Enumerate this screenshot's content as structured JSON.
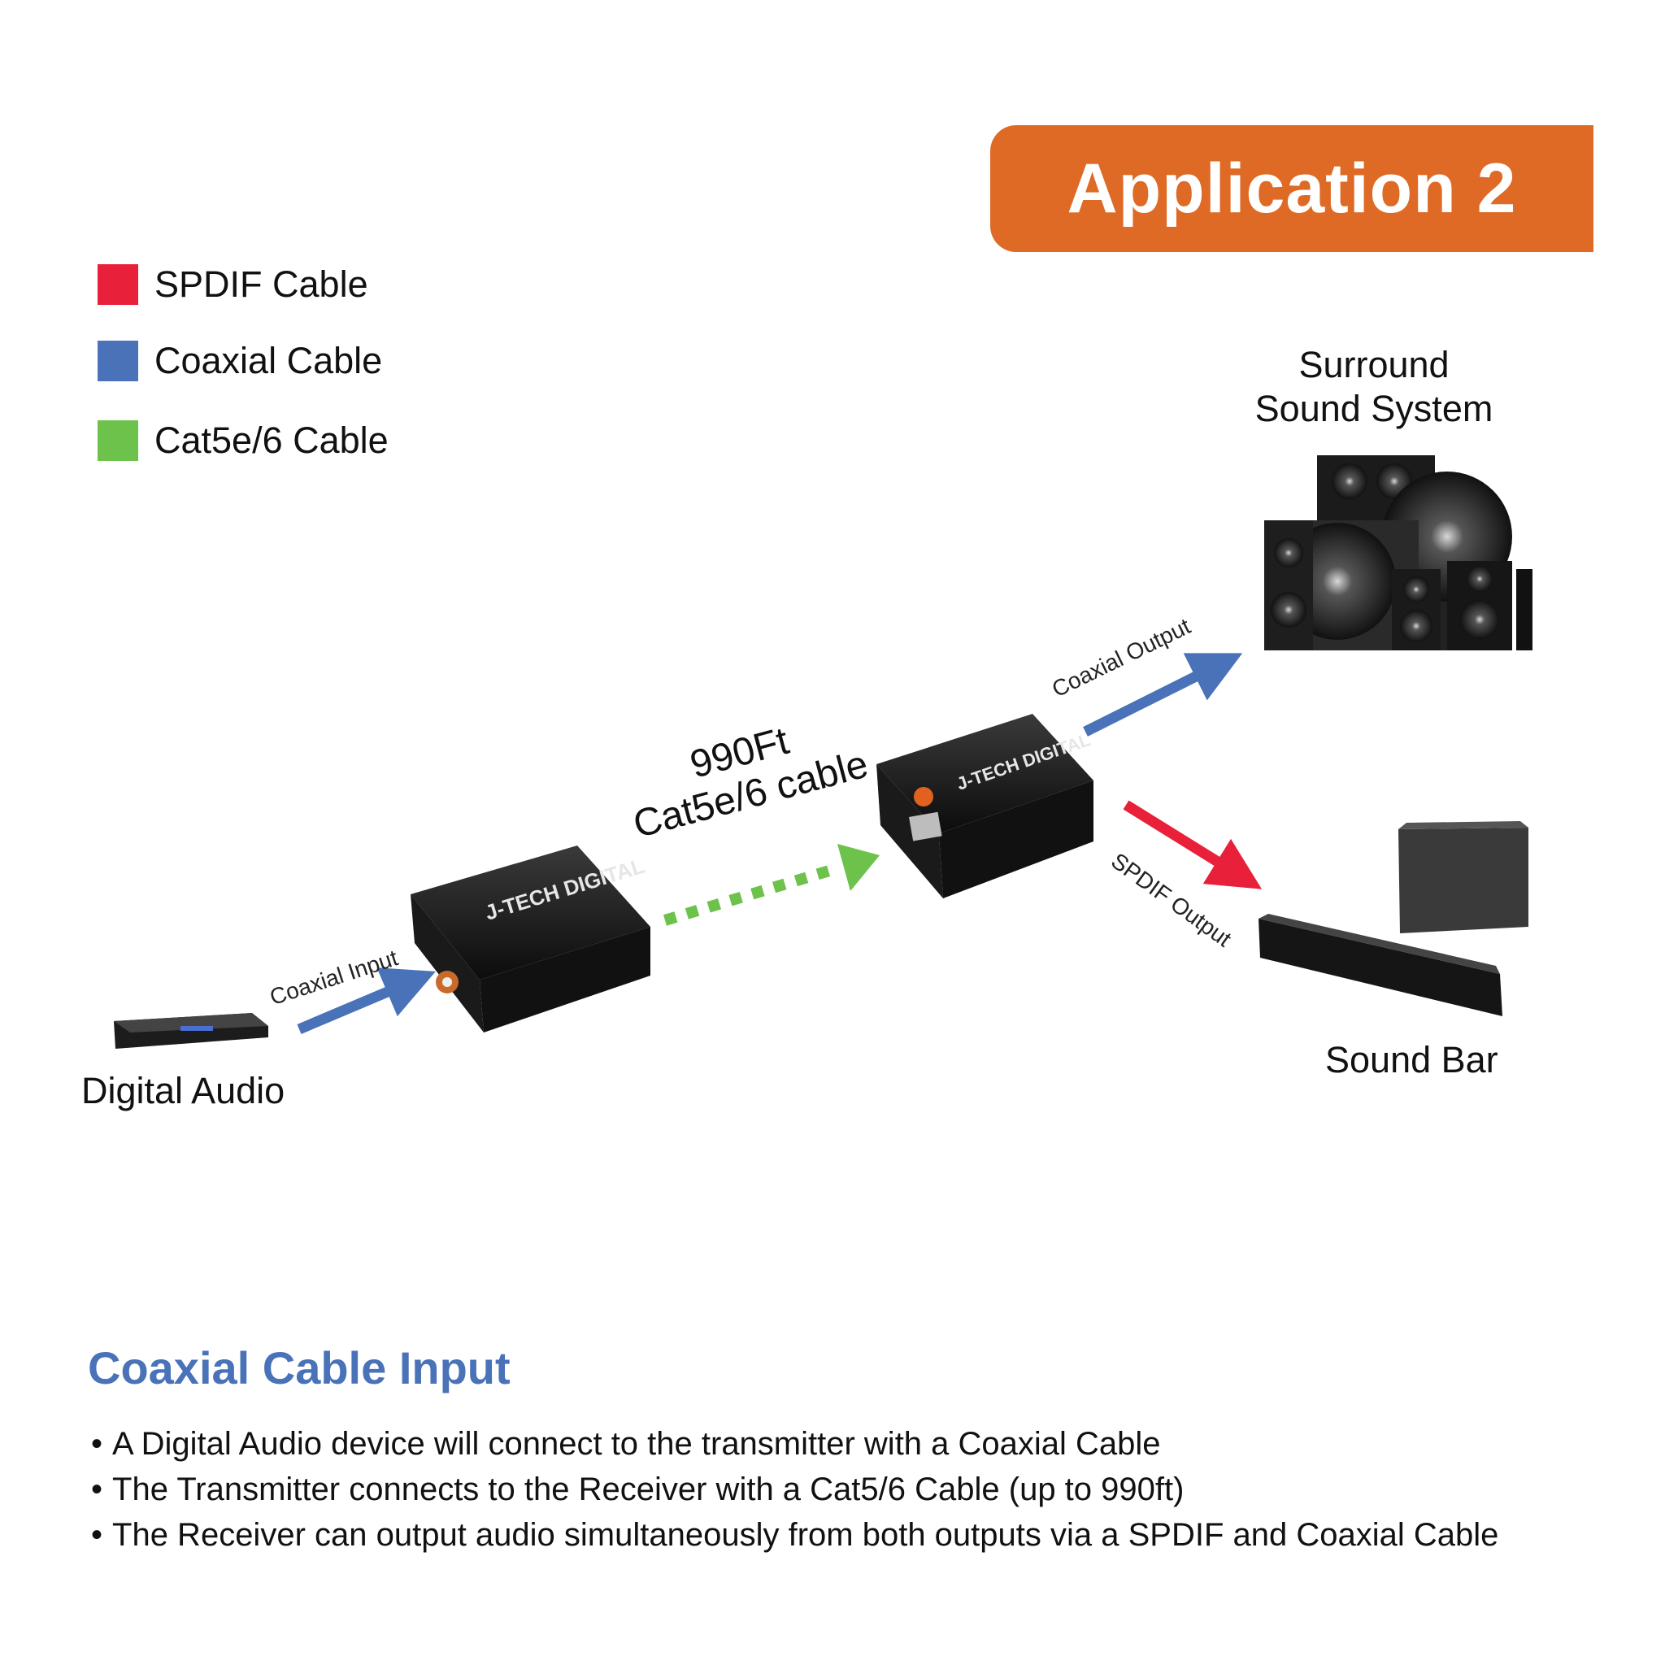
{
  "banner": {
    "title": "Application 2"
  },
  "legend": [
    {
      "label": "SPDIF Cable",
      "color": "#e8203a"
    },
    {
      "label": "Coaxial Cable",
      "color": "#4a72b8"
    },
    {
      "label": "Cat5e/6 Cable",
      "color": "#6cc24a"
    }
  ],
  "devices": {
    "source": "Digital Audio",
    "surround": [
      "Surround",
      "Sound System"
    ],
    "soundbar": "Sound Bar",
    "transmitter_brand": "J-TECH DIGITAL",
    "receiver_brand": "J-TECH DIGITAL"
  },
  "cables": {
    "input": "Coaxial Input",
    "run_length": "990Ft",
    "run_type": "Cat5e/6 cable",
    "coax_out": "Coaxial Output",
    "spdif_out": "SPDIF Output"
  },
  "section": {
    "title": "Coaxial Cable Input",
    "bullets": [
      "A Digital Audio device will connect to the transmitter with a Coaxial Cable",
      "The Transmitter connects to the Receiver with a Cat5/6 Cable (up to 990ft)",
      "The Receiver can output audio simultaneously from both outputs via a SPDIF and Coaxial Cable"
    ]
  }
}
